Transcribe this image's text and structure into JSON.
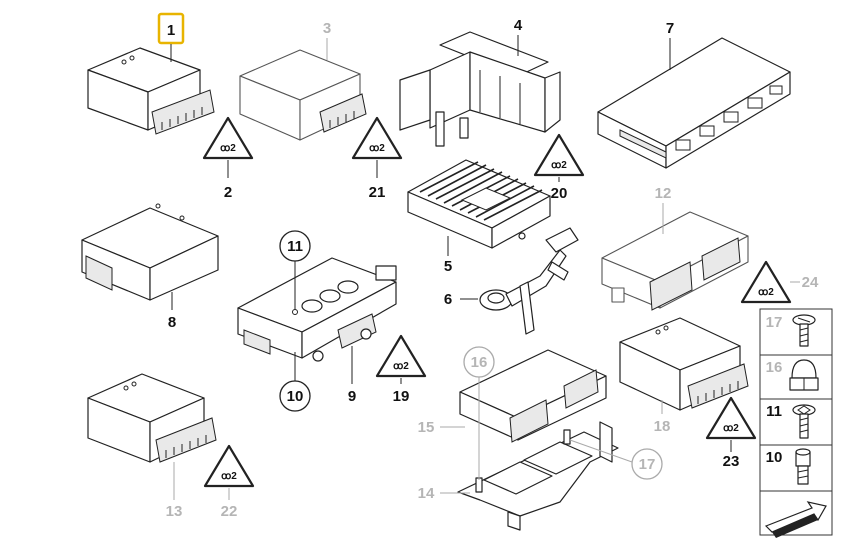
{
  "callouts": {
    "c1": "1",
    "c2": "2",
    "c3": "3",
    "c4": "4",
    "c5": "5",
    "c6": "6",
    "c7": "7",
    "c8": "8",
    "c9": "9",
    "c10": "10",
    "c11": "11",
    "c12": "12",
    "c13": "13",
    "c14": "14",
    "c15": "15",
    "c16": "16",
    "c17": "17",
    "c18": "18",
    "c19": "19",
    "c20": "20",
    "c21": "21",
    "c22": "22",
    "c23": "23",
    "c24": "24"
  },
  "sidebar": {
    "items": [
      {
        "label": "17",
        "icon": "screw-icon"
      },
      {
        "label": "16",
        "icon": "cap-nut-icon"
      },
      {
        "label": "11",
        "icon": "bolt-icon"
      },
      {
        "label": "10",
        "icon": "stud-icon"
      }
    ]
  },
  "colors": {
    "highlight": "#e8b400",
    "gray_label": "#b5b5b5"
  }
}
